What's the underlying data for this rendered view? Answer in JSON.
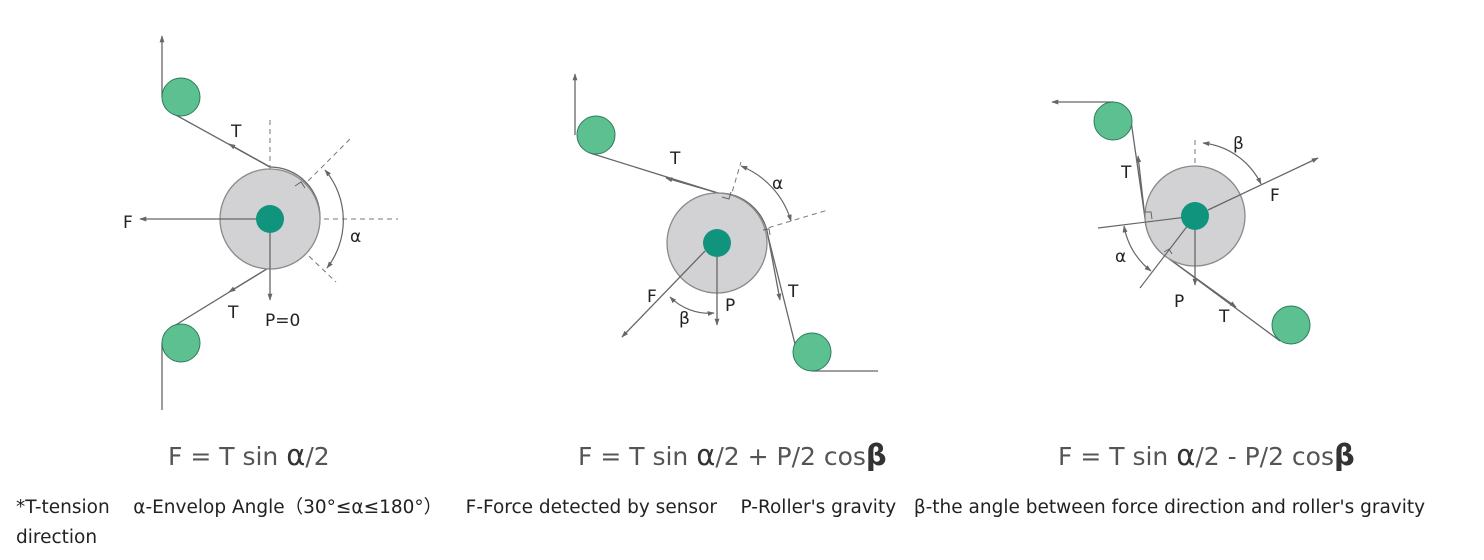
{
  "colors": {
    "roller": "#5cc090",
    "hub": "#11947e",
    "disc": "#d2d2d4",
    "line": "#666666"
  },
  "diagram1": {
    "label_T_upper": "T",
    "label_T_lower": "T",
    "label_F": "F",
    "label_alpha": "α",
    "label_P": "P=0",
    "formula": {
      "p1": "F = T sin ",
      "alpha": "α",
      "p2": "/2",
      "p3": "",
      "beta": ""
    }
  },
  "diagram2": {
    "label_T_upper": "T",
    "label_T_lower": "T",
    "label_F": "F",
    "label_alpha": "α",
    "label_beta": "β",
    "label_P": "P",
    "formula": {
      "p1": "F = T sin ",
      "alpha": "α",
      "p2": "/2 + P/2 cos",
      "p3": "",
      "beta": "β"
    }
  },
  "diagram3": {
    "label_T_upper": "T",
    "label_T_lower": "T",
    "label_F": "F",
    "label_alpha": "α",
    "label_beta": "β",
    "label_P": "P",
    "formula": {
      "p1": "F = T sin ",
      "alpha": "α",
      "p2": "/2 - P/2 cos",
      "p3": "",
      "beta": "β"
    }
  },
  "legend": {
    "tension": "*T-tension",
    "envelop": "α-Envelop Angle（30°≤α≤180°）",
    "force": "F-Force detected by sensor",
    "gravity": "P-Roller's gravity",
    "beta": "β-the angle between force direction and roller's gravity direction"
  }
}
